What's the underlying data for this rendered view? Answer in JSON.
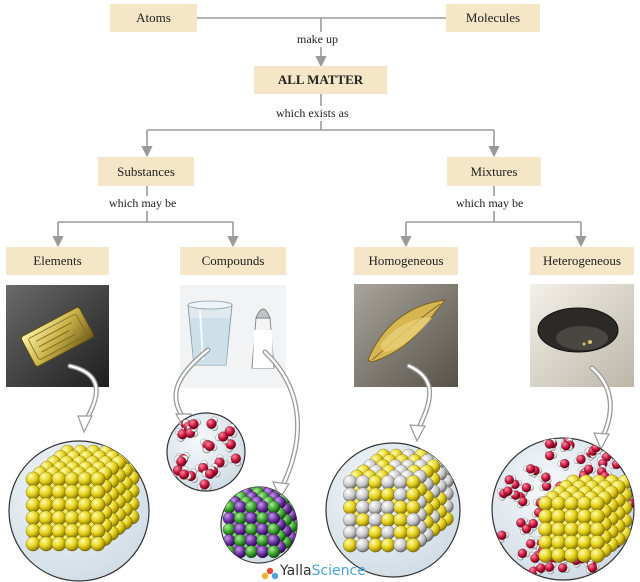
{
  "top": {
    "atoms": "Atoms",
    "molecules": "Molecules",
    "make_up": "make up"
  },
  "center": {
    "all_matter": "ALL MATTER",
    "which_exists_as": "which exists as"
  },
  "level2": {
    "substances": "Substances",
    "mixtures": "Mixtures",
    "which_may_be_left": "which may be",
    "which_may_be_right": "which may be"
  },
  "level3": {
    "elements": "Elements",
    "compounds": "Compounds",
    "homogeneous": "Homogeneous",
    "heterogeneous": "Heterogeneous"
  },
  "watermark": {
    "part1": "Yalla",
    "part2": "Science"
  },
  "colors": {
    "box": "#f4e6c6",
    "gold": "#e6d21c",
    "silver": "#c9c9c9",
    "oxygen": "#c8143c",
    "hydrogen": "#f2f2f2",
    "sodium": "#6a2ea0",
    "chlorine": "#3aa02e",
    "circle_bg": "#e3ebf1"
  },
  "icons": [
    "gold-bar-icon",
    "water-glass-icon",
    "salt-shaker-icon",
    "brass-leaf-icon",
    "gold-pan-icon"
  ]
}
